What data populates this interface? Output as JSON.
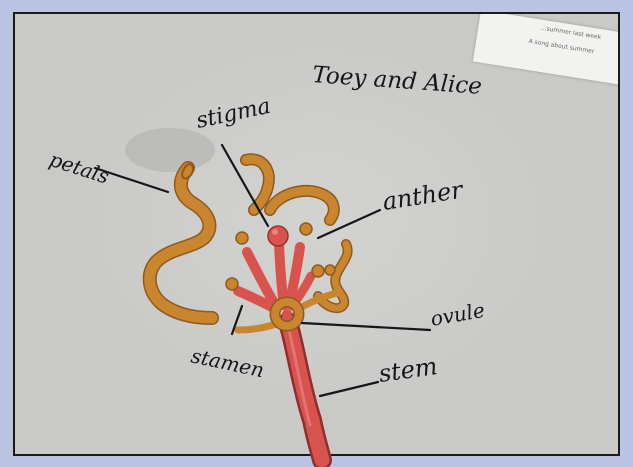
{
  "photo": {
    "title_handwriting": "Toey and Alice",
    "paper_note": [
      "...summer last week",
      "A song about summer"
    ],
    "labels": {
      "stigma": "stigma",
      "petals": "petals",
      "anther": "anther",
      "ovule": "ovule",
      "stamen": "stamen",
      "stem": "stem"
    }
  },
  "colors": {
    "board": "#c9c9c7",
    "orange_clay": "#c9862f",
    "red_clay": "#d9534e",
    "ink": "#161616"
  }
}
